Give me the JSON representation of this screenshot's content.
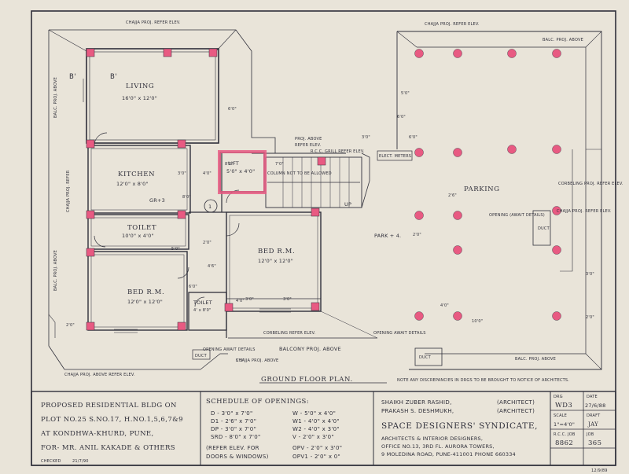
{
  "colors": {
    "paper": "#ece8dd",
    "ink": "#2f2f3a",
    "column": "#e85a82"
  },
  "plan_labels": {
    "chajja_top_left": "CHAJJA PROJ. REFER ELEV.",
    "chajja_top_right": "CHAJJA PROJ. REFER ELEV.",
    "balc_proj_above_right": "BALC. PROJ. ABOVE",
    "balc_proj_left": "BALC. PROJ. ABOVE",
    "balc_proj_left_mid": "BALC. PROJ. ABOVE",
    "chajja_proj_left": "CHAJJA PROJ. REFER",
    "living": "LIVING",
    "living_dim": "16'0\" x 12'0\"",
    "b_mark_1": "B'",
    "b_mark_2": "B'",
    "kitchen": "KITCHEN",
    "kitchen_dim": "12'0\" x 8'0\"",
    "gr_mark": "GR+3",
    "toilet1": "TOILET",
    "toilet1_dim": "10'0\" x 4'0\"",
    "bed1": "BED R.M.",
    "bed1_dim": "12'0\" x 12'0\"",
    "toilet2": "TOILET",
    "toilet2_dim": "4' x 8'0\"",
    "lift": "LIFT",
    "lift_dim": "5'0\" x 4'0\"",
    "column_note": "COLUMN NOT TO BE ALLOWED",
    "proj_above": "PROJ. ABOVE",
    "refer_elev": "REFER ELEV.",
    "rcc_grill": "R.C.C. GRILL REFER ELEV.",
    "elect_meters": "ELECT. METERS",
    "up": "UP",
    "bed2": "BED R.M.",
    "bed2_dim": "12'0\" x 12'0\"",
    "circle_no": "1",
    "parking": "PARKING",
    "park4": "PARK + 4.",
    "opening_right": "OPENING (AWAIT DETAILS)",
    "opening_bottom": "OPENING AWAIT DETAILS",
    "corbelling_right": "CORBELING PROJ. REFER ELEV.",
    "chajja_right": "CHAJJA PROJ. REFER ELEV.",
    "corbelling_bottom": "CORBELING REFER ELEV.",
    "chajja_bottom": "CHAJJA PROJ. ABOVE",
    "balcony_proj": "BALCONY PROJ. ABOVE",
    "balc_proj_bottom": "BALC. PROJ. ABOVE",
    "chajja_proj_bottom_left": "CHAJJA PROJ. ABOVE REFER ELEV.",
    "duct1": "DUCT",
    "duct2": "DUCT",
    "duct3": "DUCT",
    "opening_toilet": "OPENING AWAIT DETAILS",
    "title": "GROUND FLOOR PLAN.",
    "note": "NOTE ANY DISCREPANCIES IN DRGS TO BE BROUGHT TO NOTICE OF ARCHITECTS.",
    "dims": [
      "6'0\"",
      "8'0\"",
      "7'0\"",
      "8'0\"",
      "4'0\"",
      "6'0\"",
      "3'0\"",
      "2'0\"",
      "5'0\"",
      "6'0\"",
      "4'6\"",
      "4'0\"",
      "2'0\"",
      "5'3\"",
      "3'0\"",
      "3'0\"",
      "5'0\"",
      "6'0\"",
      "3'0\"",
      "2'0\"",
      "4'0\"",
      "10'0\"",
      "2'6\"",
      "3'0\"",
      "2'0\""
    ]
  },
  "title_block": {
    "project_lines": [
      "PROPOSED RESIDENTIAL BLDG ON",
      "PLOT NO.25 S.NO.17, H.NO.1,5,6,7&9",
      "AT KONDHWA-KHURD, PUNE,",
      "FOR- MR. ANIL KAKADE & OTHERS"
    ],
    "checked": "CHECKED",
    "checked_date": "21/7/90",
    "schedule_title": "SCHEDULE OF OPENINGS:",
    "schedule_left": [
      "D  - 3'0\" x 7'0\"",
      "D1 - 2'6\" x 7'0\"",
      "DP - 3'0\" x 7'0\"",
      "SRD - 8'0\" x 7'0\""
    ],
    "schedule_right": [
      "W - 5'0\" x 4'0\"",
      "W1 - 4'0\" x 4'0\"",
      "W2 - 4'0\" x 3'0\"",
      "V - 2'0\" x 3'0\""
    ],
    "schedule_refer": [
      "(REFER ELEV. FOR",
      "DOORS & WINDOWS)"
    ],
    "schedule_opv": [
      "OPV - 2'0\" x 3'0\"",
      "OPV1 - 2'0\" x 0\""
    ],
    "architects": [
      "SHAIKH ZUBER RASHID,",
      "PRAKASH S. DESHMUKH,"
    ],
    "architect_role": [
      "(ARCHITECT)",
      "(ARCHITECT)"
    ],
    "firm": "SPACE DESIGNERS' SYNDICATE,",
    "firm_lines": [
      "ARCHITECTS & INTERIOR DESIGNERS,",
      "OFFICE NO.13, 3RD FL. AURORA TOWERS,",
      "9 MOLEDINA ROAD, PUNE-411001 PHONE 660334"
    ],
    "drg_label": "DRG",
    "drg_value": "WD3",
    "date_label": "DATE",
    "date_value": "27/6/88",
    "scale_label": "SCALE",
    "scale_value": "1\"=4'0\"",
    "draft_label": "DRAFT",
    "draft_value": "JAY",
    "job_label": "R.C.C. JOB",
    "job_value": "8862",
    "no_label": "JOB",
    "no_value": "365"
  },
  "corner_date": "12/9/89"
}
